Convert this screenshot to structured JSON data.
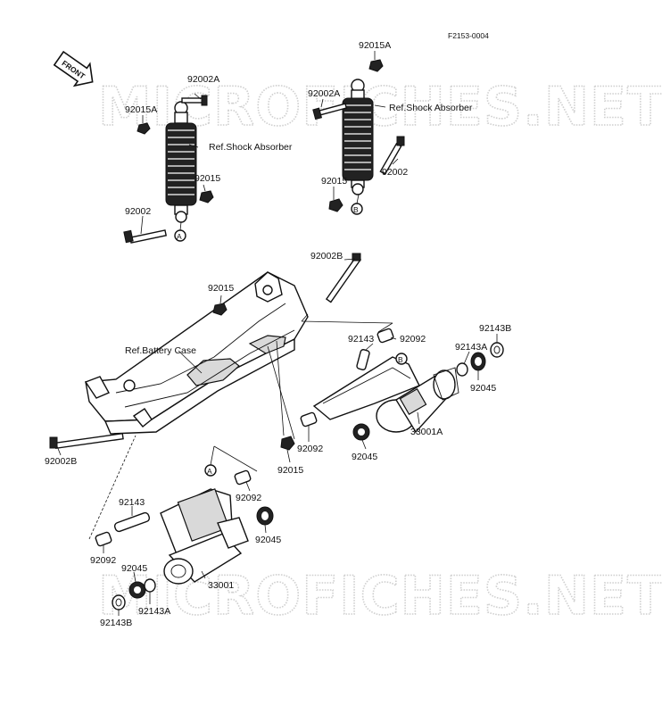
{
  "figure_code": "F2153-0004",
  "watermark": "MICROFICHES.NET",
  "front_arrow": "FRONT",
  "refs": {
    "shock_left": "Ref.Shock Absorber",
    "shock_right": "Ref.Shock Absorber",
    "battery_case": "Ref.Battery Case"
  },
  "markers": {
    "a": "A",
    "b": "B"
  },
  "parts": {
    "p92002A_l": "92002A",
    "p92015A_l": "92015A",
    "p92015_l": "92015",
    "p92002_l": "92002",
    "p92015A_r": "92015A",
    "p92002A_r": "92002A",
    "p92002_r": "92002",
    "p92015_r": "92015",
    "p92002B_top": "92002B",
    "p92015_mid": "92015",
    "p92143_r": "92143",
    "p92092_r1": "92092",
    "p92143B_r": "92143B",
    "p92143A_r": "92143A",
    "p92045_r1": "92045",
    "p92092_r2": "92092",
    "p92015_bot": "92015",
    "p92045_r2": "92045",
    "p33001A": "33001A",
    "p92002B_bot": "92002B",
    "p92092_c": "92092",
    "p92143_l": "92143",
    "p92045_c": "92045",
    "p92092_l": "92092",
    "p33001": "33001",
    "p92045_l": "92045",
    "p92143A_l": "92143A",
    "p92143B_l": "92143B"
  }
}
